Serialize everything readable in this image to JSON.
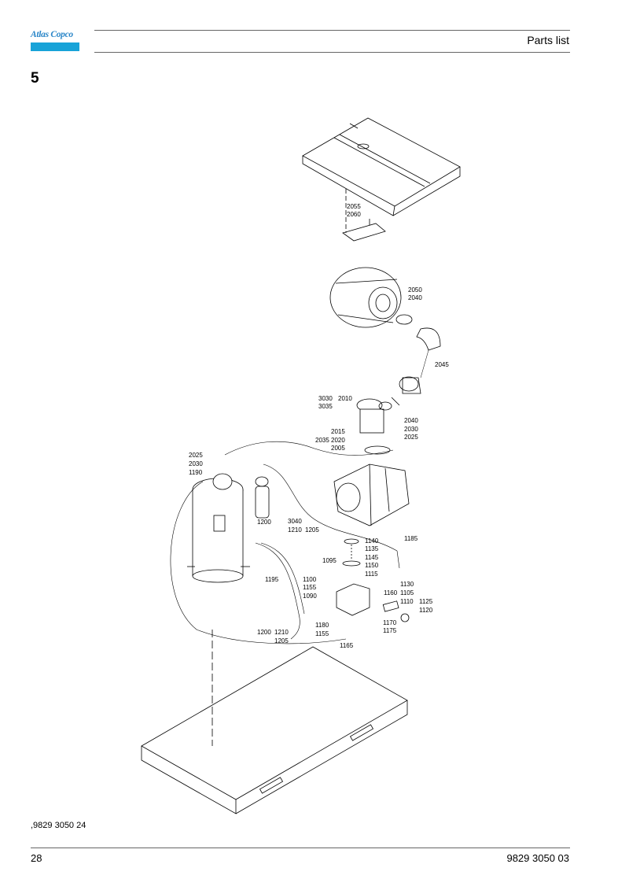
{
  "header": {
    "brand": "Atlas Copco",
    "title": "Parts list"
  },
  "section_number": "5",
  "diagram": {
    "callouts": [
      "2055",
      "2060",
      "2050",
      "2040",
      "2045",
      "3030",
      "2010",
      "3035",
      "2040",
      "2030",
      "2015",
      "2025",
      "2035",
      "2020",
      "2005",
      "2025",
      "2030",
      "1190",
      "1200",
      "3040",
      "1210",
      "1205",
      "1140",
      "1185",
      "1135",
      "1145",
      "1095",
      "1150",
      "1115",
      "1195",
      "1100",
      "1155",
      "1130",
      "1160",
      "1105",
      "1090",
      "1110",
      "1125",
      "1120",
      "1180",
      "1200",
      "1210",
      "1155",
      "1170",
      "1205",
      "1175",
      "1165"
    ]
  },
  "reference_code": ",9829 3050 24",
  "footer": {
    "page_number": "28",
    "document_number": "9829 3050 03"
  }
}
